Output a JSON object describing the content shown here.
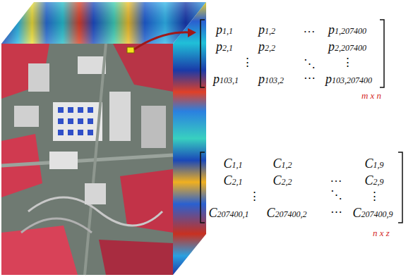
{
  "diagram": {
    "labels": [
      "p1,1",
      "p1,2",
      "…",
      "p1,207400",
      "p2,1",
      "p2,2",
      "p2,207400",
      "⋮",
      "⋱",
      "⋮",
      "p103,1",
      "p103,2",
      "⋯",
      "p103,207400",
      "m x n",
      "C1,1",
      "C1,2",
      "…",
      "C1,9",
      "C2,1",
      "C2,2",
      "C2,9",
      "⋮",
      "⋱",
      "⋮",
      "C207400,1",
      "C207400,2",
      "⋯",
      "C207400,9",
      "n x z"
    ]
  }
}
